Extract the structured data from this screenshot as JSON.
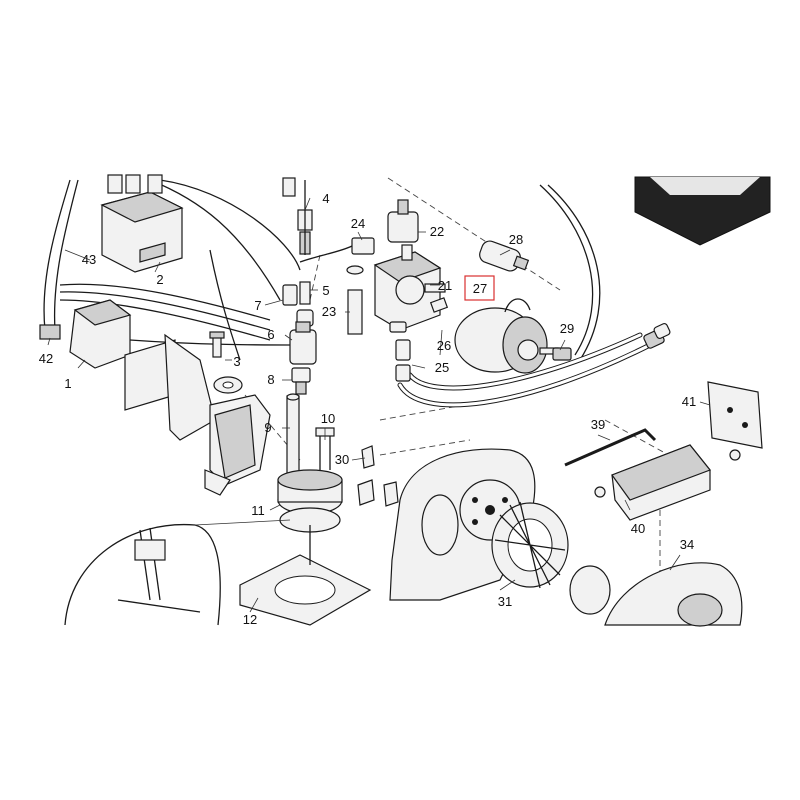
{
  "labels": {
    "p1": "1",
    "p2": "2",
    "p3": "3",
    "p4": "4",
    "p5": "5",
    "p6": "6",
    "p7": "7",
    "p8": "8",
    "p9": "9",
    "p10": "10",
    "p11": "11",
    "p12": "12",
    "p21": "21",
    "p22": "22",
    "p23": "23",
    "p24": "24",
    "p25": "25",
    "p26": "26",
    "p27": "27",
    "p28": "28",
    "p29": "29",
    "p30": "30",
    "p31": "31",
    "p34": "34",
    "p39": "39",
    "p40": "40",
    "p41": "41",
    "p42": "42",
    "p43": "43"
  },
  "highlighted_part": "27",
  "colors": {
    "highlight": "#d93030",
    "line": "#1a1a1a"
  }
}
